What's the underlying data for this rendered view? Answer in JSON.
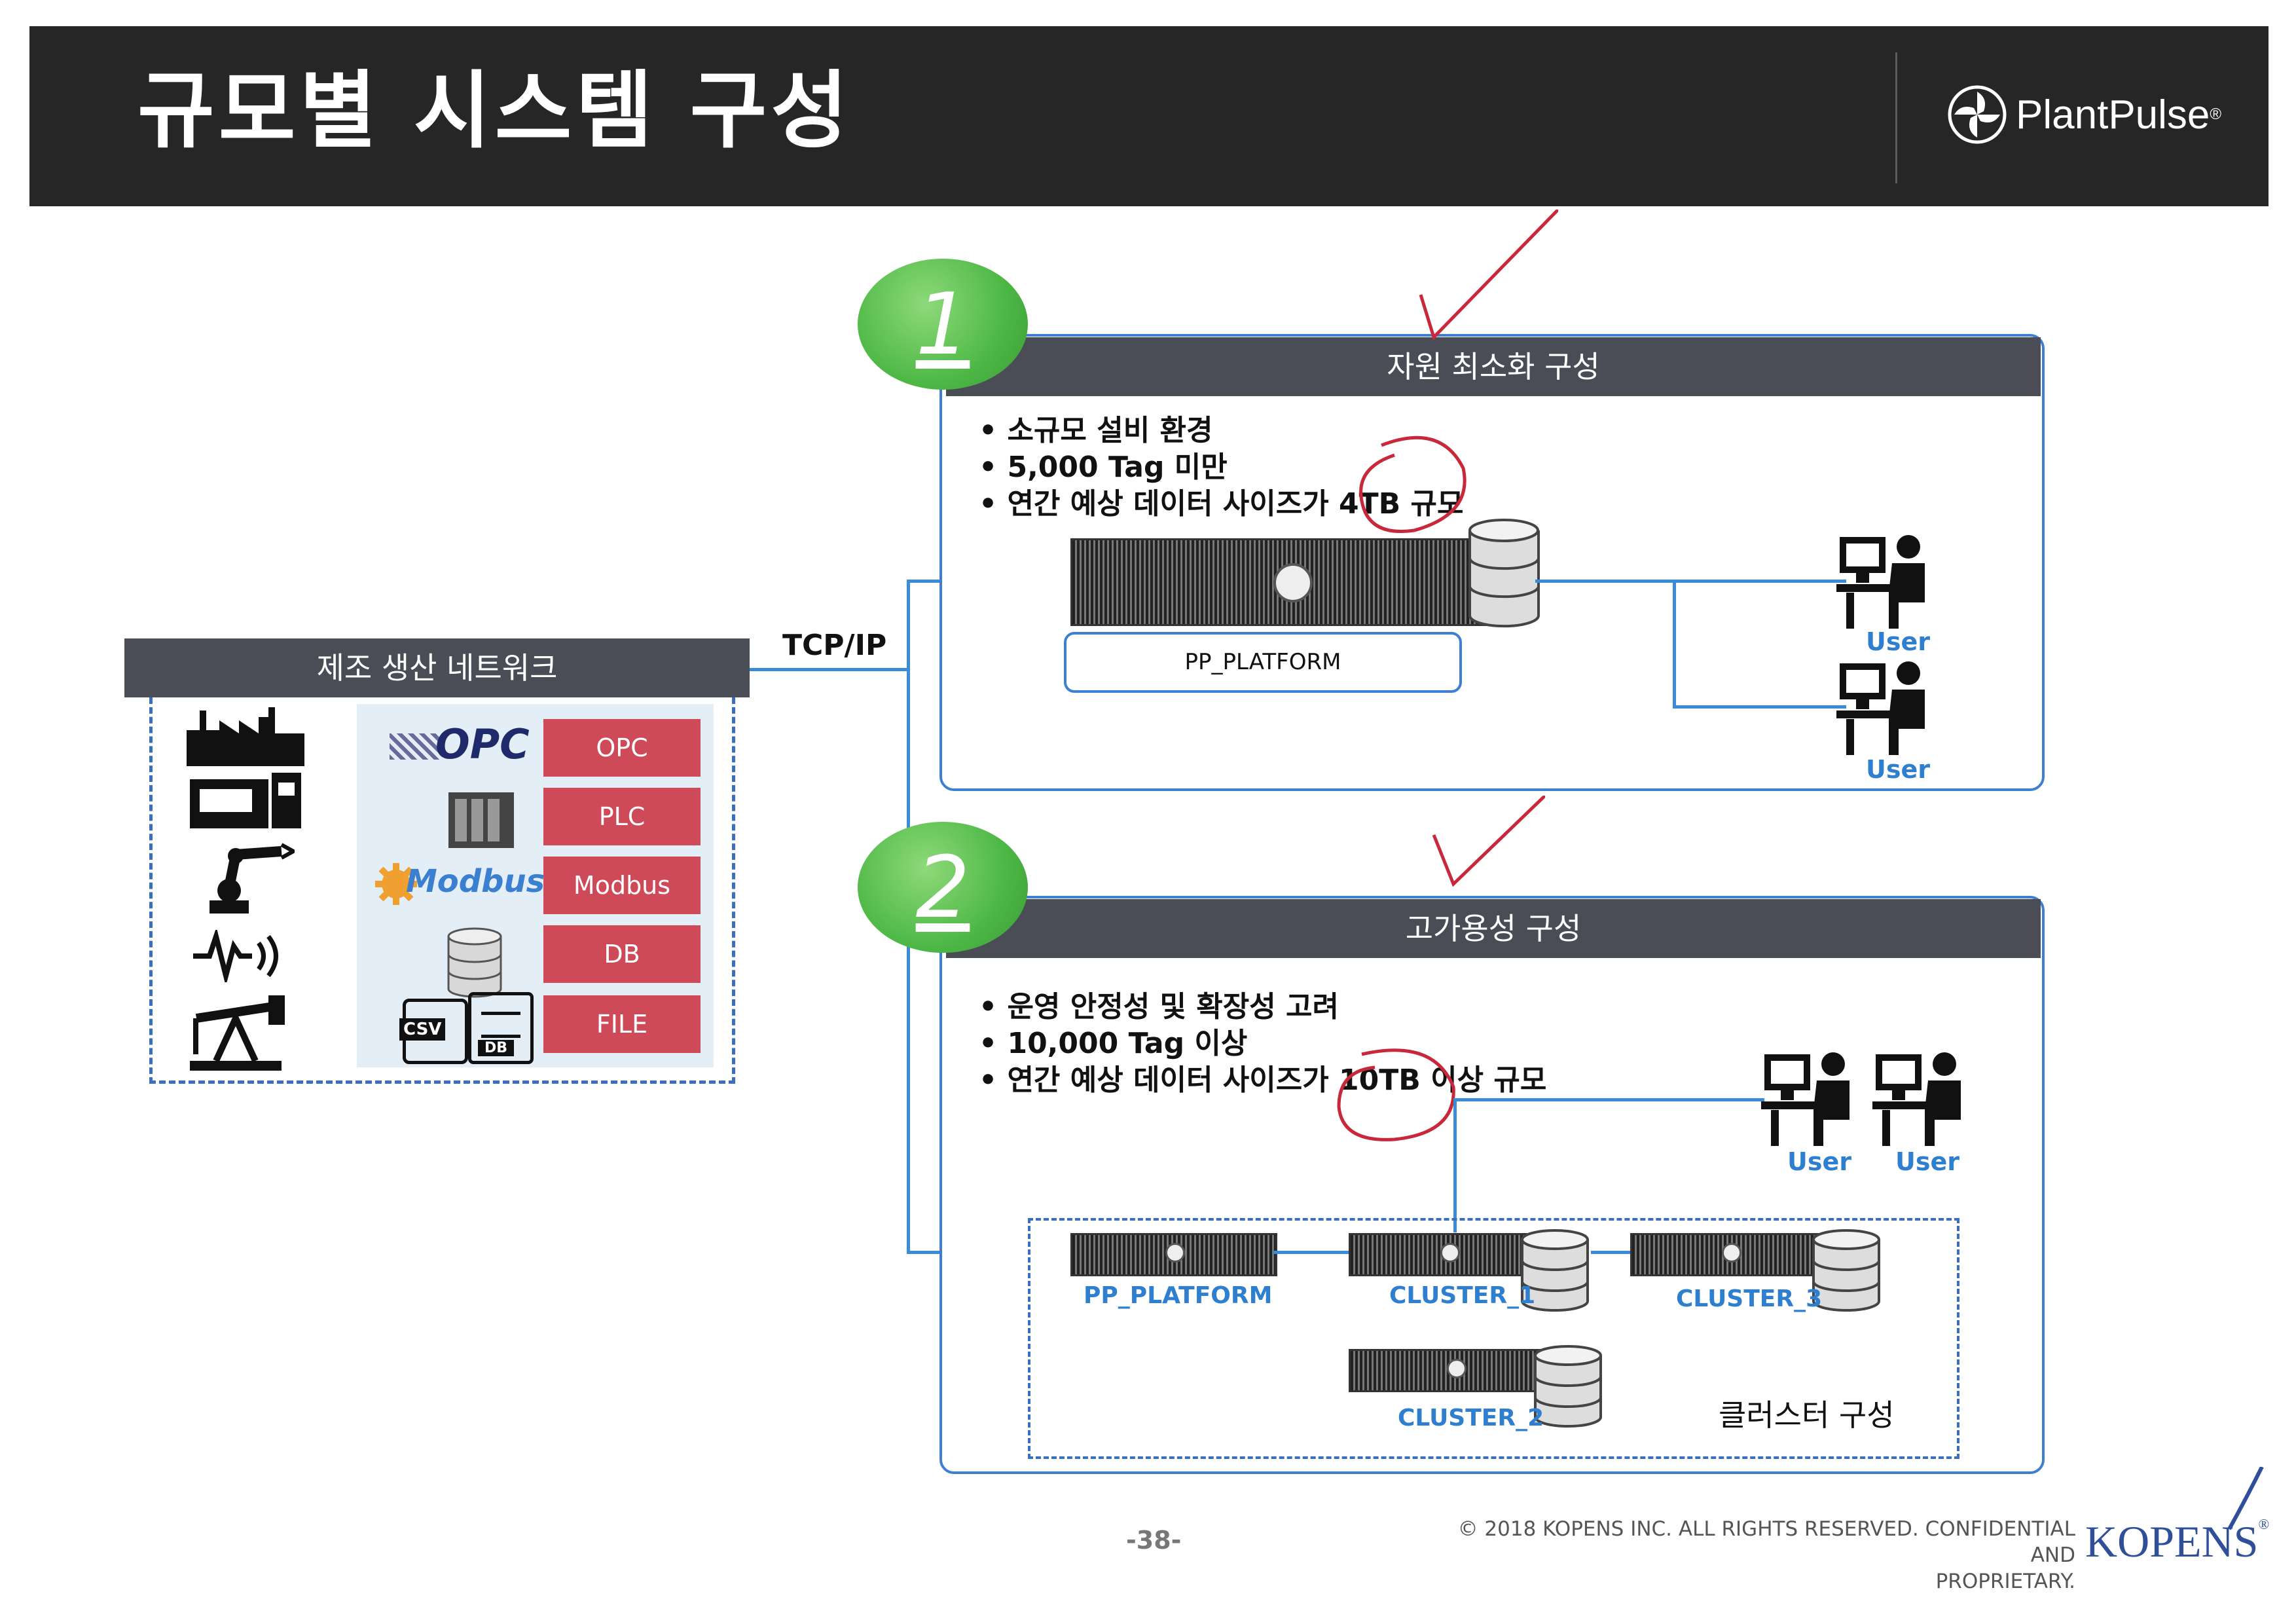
{
  "header": {
    "title": "규모별 시스템 구성",
    "brand": "PlantPulse",
    "brand_mark": "®"
  },
  "network": {
    "title": "제조 생산 네트워크",
    "protocol_label": "TCP/IP",
    "sources": [
      "OPC",
      "PLC",
      "Modbus",
      "DB",
      "FILE"
    ],
    "logo_texts": [
      "OPC",
      "Modbus",
      "CSV",
      "DB"
    ]
  },
  "section1": {
    "number": "1",
    "title": "자원 최소화 구성",
    "bullets": [
      "소규모 설비 환경",
      "5,000 Tag 미만",
      "연간 예상 데이터 사이즈가 4TB 규모"
    ],
    "server_label": "PP_PLATFORM",
    "users": [
      "User",
      "User"
    ]
  },
  "section2": {
    "number": "2",
    "title": "고가용성 구성",
    "bullets": [
      "운영 안정성 및 확장성 고려",
      "10,000 Tag 이상",
      "연간 예상 데이터 사이즈가 10TB 이상 규모"
    ],
    "servers": [
      "PP_PLATFORM",
      "CLUSTER_1",
      "CLUSTER_3",
      "CLUSTER_2"
    ],
    "cluster_label": "클러스터 구성",
    "users": [
      "User",
      "User"
    ]
  },
  "footer": {
    "page": "-38-",
    "copyright_line1": "© 2018 KOPENS INC. ALL RIGHTS RESERVED. CONFIDENTIAL AND",
    "copyright_line2": "PROPRIETARY.",
    "company": "KOPENS",
    "company_mark": "®"
  },
  "colors": {
    "header": "#262626",
    "accent_blue": "#3d7fd1",
    "bar": "#4a4d56",
    "red": "#cf4a58",
    "green": "#4db845"
  }
}
